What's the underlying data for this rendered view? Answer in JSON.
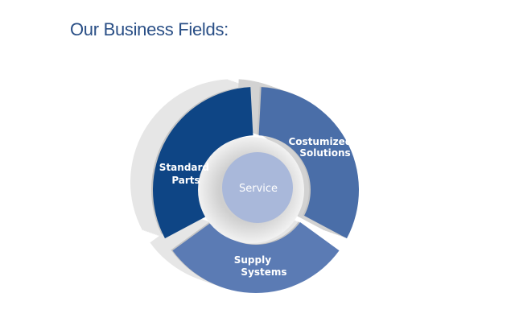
{
  "title": "Our Business Fields:",
  "diagram": {
    "center": "Service",
    "segments": [
      {
        "line1": "Standard",
        "line2": "Parts",
        "color": "#0e4585"
      },
      {
        "line1": "Costumized",
        "line2": "Solutions",
        "color": "#4a6ea8"
      },
      {
        "line1": "Supply",
        "line2": "Systems",
        "color": "#5b7bb4"
      }
    ],
    "center_color": "#a9b8da"
  }
}
